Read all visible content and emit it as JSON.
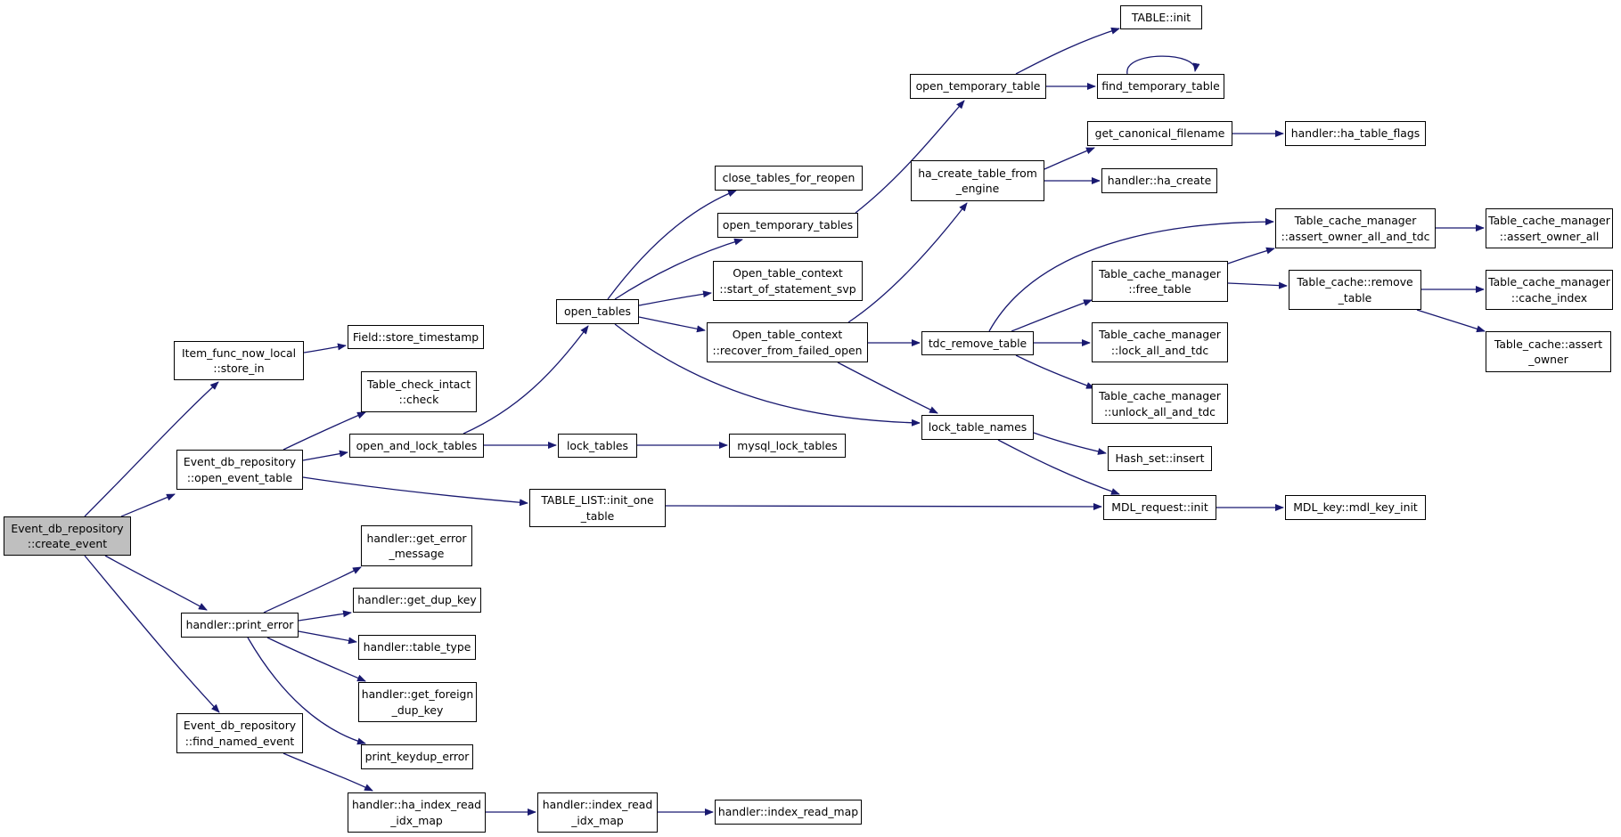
{
  "colors": {
    "edge": "#191970",
    "root_fill": "#bfbfbf",
    "node_fill": "#ffffff",
    "border": "#000000"
  },
  "nodes": {
    "create_event": {
      "lines": [
        "Event_db_repository",
        "::create_event"
      ]
    },
    "item_func_now_local": {
      "lines": [
        "Item_func_now_local",
        "::store_in"
      ]
    },
    "field_store_timestamp": {
      "lines": [
        "Field::store_timestamp"
      ]
    },
    "open_event_table": {
      "lines": [
        "Event_db_repository",
        "::open_event_table"
      ]
    },
    "table_check_intact": {
      "lines": [
        "Table_check_intact",
        "::check"
      ]
    },
    "open_and_lock_tables": {
      "lines": [
        "open_and_lock_tables"
      ]
    },
    "lock_tables": {
      "lines": [
        "lock_tables"
      ]
    },
    "mysql_lock_tables": {
      "lines": [
        "mysql_lock_tables"
      ]
    },
    "table_list_init_one_table": {
      "lines": [
        "TABLE_LIST::init_one",
        "_table"
      ]
    },
    "mdl_request_init": {
      "lines": [
        "MDL_request::init"
      ]
    },
    "mdl_key_init": {
      "lines": [
        "MDL_key::mdl_key_init"
      ]
    },
    "open_tables": {
      "lines": [
        "open_tables"
      ]
    },
    "close_tables_for_reopen": {
      "lines": [
        "close_tables_for_reopen"
      ]
    },
    "open_temporary_tables": {
      "lines": [
        "open_temporary_tables"
      ]
    },
    "open_temporary_table": {
      "lines": [
        "open_temporary_table"
      ]
    },
    "table_init": {
      "lines": [
        "TABLE::init"
      ]
    },
    "find_temporary_table": {
      "lines": [
        "find_temporary_table"
      ]
    },
    "start_of_statement_svp": {
      "lines": [
        "Open_table_context",
        "::start_of_statement_svp"
      ]
    },
    "recover_from_failed_open": {
      "lines": [
        "Open_table_context",
        "::recover_from_failed_open"
      ]
    },
    "ha_create_table_from_engine": {
      "lines": [
        "ha_create_table_from",
        "_engine"
      ]
    },
    "get_canonical_filename": {
      "lines": [
        "get_canonical_filename"
      ]
    },
    "handler_ha_table_flags": {
      "lines": [
        "handler::ha_table_flags"
      ]
    },
    "handler_ha_create": {
      "lines": [
        "handler::ha_create"
      ]
    },
    "tdc_remove_table": {
      "lines": [
        "tdc_remove_table"
      ]
    },
    "tcm_assert_owner_all_and_tdc": {
      "lines": [
        "Table_cache_manager",
        "::assert_owner_all_and_tdc"
      ]
    },
    "tcm_assert_owner_all": {
      "lines": [
        "Table_cache_manager",
        "::assert_owner_all"
      ]
    },
    "tcm_free_table": {
      "lines": [
        "Table_cache_manager",
        "::free_table"
      ]
    },
    "table_cache_remove_table": {
      "lines": [
        "Table_cache::remove",
        "_table"
      ]
    },
    "tcm_cache_index": {
      "lines": [
        "Table_cache_manager",
        "::cache_index"
      ]
    },
    "table_cache_assert_owner": {
      "lines": [
        "Table_cache::assert",
        "_owner"
      ]
    },
    "tcm_lock_all_and_tdc": {
      "lines": [
        "Table_cache_manager",
        "::lock_all_and_tdc"
      ]
    },
    "tcm_unlock_all_and_tdc": {
      "lines": [
        "Table_cache_manager",
        "::unlock_all_and_tdc"
      ]
    },
    "lock_table_names": {
      "lines": [
        "lock_table_names"
      ]
    },
    "hash_set_insert": {
      "lines": [
        "Hash_set::insert"
      ]
    },
    "handler_print_error": {
      "lines": [
        "handler::print_error"
      ]
    },
    "handler_get_error_message": {
      "lines": [
        "handler::get_error",
        "_message"
      ]
    },
    "handler_get_dup_key": {
      "lines": [
        "handler::get_dup_key"
      ]
    },
    "handler_table_type": {
      "lines": [
        "handler::table_type"
      ]
    },
    "handler_get_foreign_dup_key": {
      "lines": [
        "handler::get_foreign",
        "_dup_key"
      ]
    },
    "print_keydup_error": {
      "lines": [
        "print_keydup_error"
      ]
    },
    "find_named_event": {
      "lines": [
        "Event_db_repository",
        "::find_named_event"
      ]
    },
    "handler_ha_index_read_idx_map": {
      "lines": [
        "handler::ha_index_read",
        "_idx_map"
      ]
    },
    "handler_index_read_idx_map": {
      "lines": [
        "handler::index_read",
        "_idx_map"
      ]
    },
    "handler_index_read_map": {
      "lines": [
        "handler::index_read_map"
      ]
    }
  }
}
